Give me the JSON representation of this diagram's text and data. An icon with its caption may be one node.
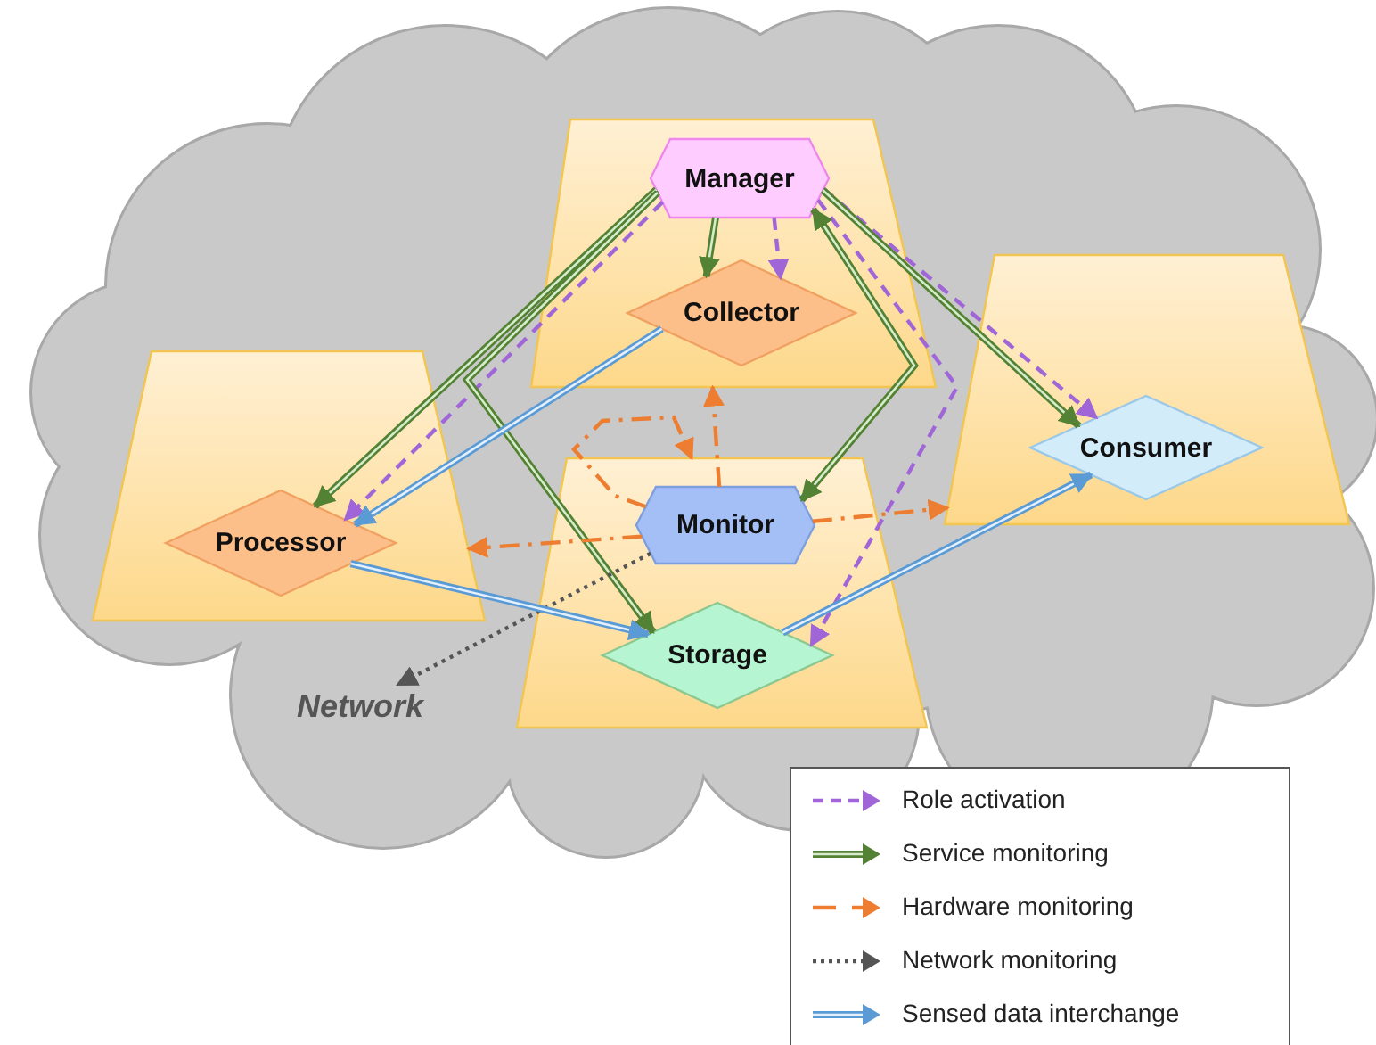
{
  "diagram": {
    "nodes": [
      {
        "text": [],
        "shape": "trapezoid"
      },
      {
        "text": [
          "Manager"
        ],
        "in": 0
      },
      {
        "text": [
          "Collector"
        ],
        "in": 0
      },
      {
        "text": [],
        "shape": "trapezoid"
      },
      {
        "text": [
          "Processor"
        ],
        "in": 3
      },
      {
        "text": [],
        "shape": "trapezoid"
      },
      {
        "text": [
          "Monitor"
        ],
        "in": 5
      },
      {
        "text": [
          "Storage"
        ],
        "in": 5
      },
      {
        "text": [],
        "shape": "trapezoid"
      },
      {
        "text": [
          "Consumer"
        ],
        "in": 8
      },
      {
        "text": [
          "Network"
        ]
      }
    ],
    "edges": [
      {
        "from": 1,
        "to": 2,
        "arrow": "to",
        "style": "dashed",
        "color": "#a066d8"
      },
      {
        "from": 1,
        "to": 4,
        "arrow": "to",
        "style": "dashed",
        "color": "#a066d8"
      },
      {
        "from": 1,
        "to": 9,
        "arrow": "to",
        "style": "dashed",
        "color": "#a066d8"
      },
      {
        "from": 1,
        "to": 7,
        "arrow": "to",
        "style": "dashed",
        "color": "#a066d8"
      },
      {
        "from": 1,
        "to": 2,
        "arrow": "to",
        "style": "thick",
        "color": "#548235"
      },
      {
        "from": 1,
        "to": 4,
        "arrow": "to",
        "style": "thick",
        "color": "#548235"
      },
      {
        "from": 1,
        "to": 7,
        "arrow": "to",
        "style": "thick",
        "color": "#548235"
      },
      {
        "from": 1,
        "to": 9,
        "arrow": "to",
        "style": "thick",
        "color": "#548235"
      },
      {
        "from": 1,
        "to": 6,
        "arrow": "both",
        "style": "thick",
        "color": "#548235"
      },
      {
        "from": 6,
        "to": 0,
        "arrow": "to",
        "style": "dashed",
        "color": "#ed7d31"
      },
      {
        "from": 6,
        "to": 3,
        "arrow": "to",
        "style": "dashed",
        "color": "#ed7d31"
      },
      {
        "from": 6,
        "to": 8,
        "arrow": "to",
        "style": "dashed",
        "color": "#ed7d31"
      },
      {
        "from": 6,
        "to": 5,
        "arrow": "to",
        "style": "dashed",
        "color": "#ed7d31"
      },
      {
        "from": 6,
        "to": 10,
        "arrow": "to",
        "style": "dashed",
        "color": "#555555"
      },
      {
        "from": 2,
        "to": 4,
        "arrow": "to",
        "style": "thick",
        "color": "#5b9bd5"
      },
      {
        "from": 4,
        "to": 7,
        "arrow": "to",
        "style": "thick",
        "color": "#5b9bd5"
      },
      {
        "from": 7,
        "to": 9,
        "arrow": "to",
        "style": "thick",
        "color": "#5b9bd5"
      }
    ],
    "legend": [
      {
        "text": "Role activation"
      },
      {
        "text": "Service monitoring"
      },
      {
        "text": "Hardware monitoring"
      },
      {
        "text": "Network monitoring"
      },
      {
        "text": "Sensed data interchange"
      }
    ]
  }
}
